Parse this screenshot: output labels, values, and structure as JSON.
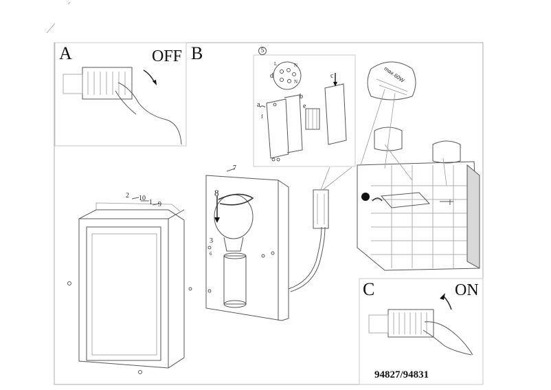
{
  "panels": {
    "a": {
      "letter": "A",
      "state": "OFF"
    },
    "b": {
      "letter": "B"
    },
    "c": {
      "letter": "C",
      "state": "ON"
    }
  },
  "step_numbers": {
    "s1": "1",
    "s2": "2",
    "s3": "3",
    "s5": "5",
    "s6": "6",
    "s7": "7",
    "s8": "8",
    "s9": "9",
    "s10": "10"
  },
  "callouts": {
    "a": "a",
    "b": "b",
    "c": "c",
    "d": "d",
    "e": "e",
    "f": "f",
    "l": "L",
    "n": "N",
    "n2": "N"
  },
  "bulb_note": "max.60W",
  "model_number": "94827/94831"
}
